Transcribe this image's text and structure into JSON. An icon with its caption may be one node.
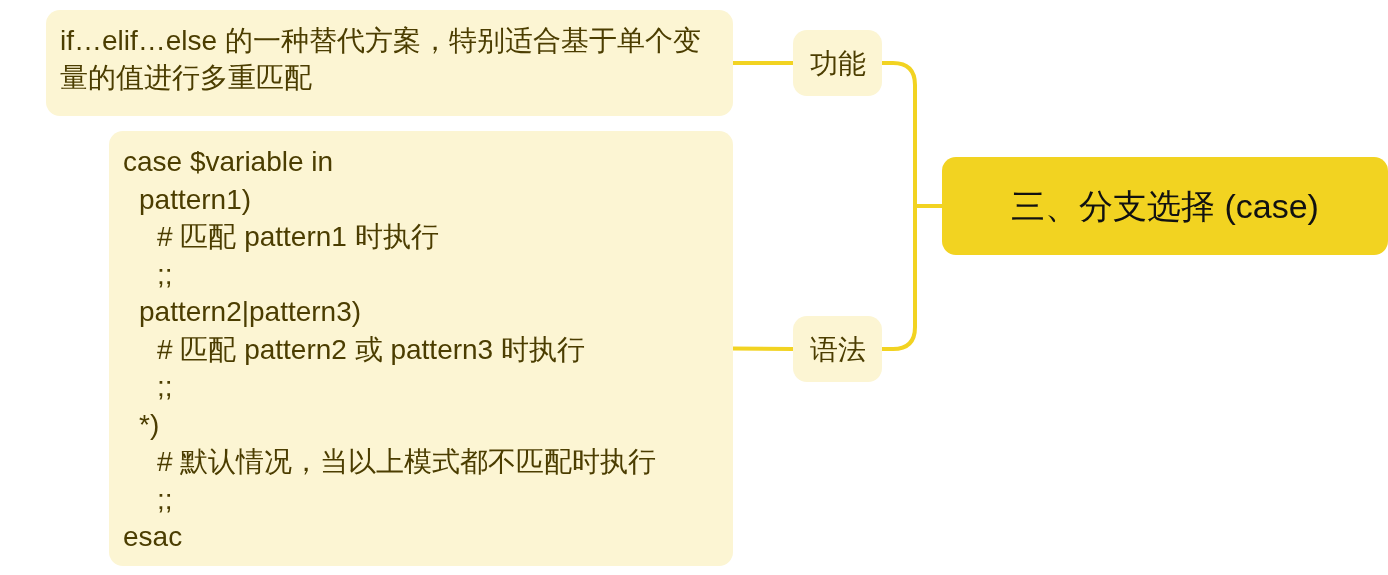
{
  "diagram": {
    "nodes": [
      {
        "text": [
          "三、分支选择 (case)"
        ]
      },
      {
        "text": [
          "功能"
        ]
      },
      {
        "text": [
          "if…elif…else 的一种替代方案，特别适合基于单个变量的值进行多重匹配"
        ]
      },
      {
        "text": [
          "语法"
        ]
      },
      {
        "text": [
          "case $variable in",
          "pattern1)",
          "# 匹配 pattern1 时执行",
          ";;",
          "pattern2|pattern3)",
          "# 匹配 pattern2 或 pattern3 时执行",
          ";;",
          "*)",
          "# 默认情况，当以上模式都不匹配时执行",
          ";;",
          "esac"
        ]
      }
    ],
    "edges": [
      {
        "from": 0,
        "to": 1,
        "arrow": "none"
      },
      {
        "from": 1,
        "to": 2,
        "arrow": "none"
      },
      {
        "from": 0,
        "to": 3,
        "arrow": "none"
      },
      {
        "from": 3,
        "to": 4,
        "arrow": "none"
      }
    ]
  }
}
